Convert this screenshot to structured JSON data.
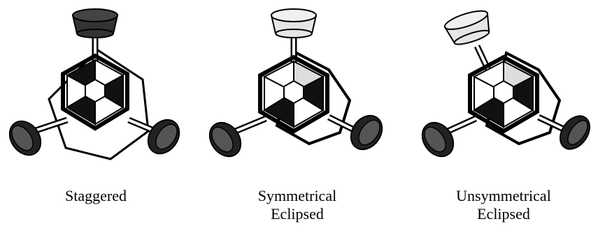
{
  "figure": {
    "panels": [
      {
        "id": "staggered",
        "caption_lines": [
          "Staggered"
        ],
        "top_fill": "#333333"
      },
      {
        "id": "symmetrical-eclipsed",
        "caption_lines": [
          "Symmetrical",
          "Eclipsed"
        ],
        "top_fill": "#e6e6e6"
      },
      {
        "id": "unsymmetrical-eclipsed",
        "caption_lines": [
          "Unsymmetrical",
          "Eclipsed"
        ],
        "top_fill": "#e6e6e6"
      }
    ],
    "colors": {
      "dark_face": "#111111",
      "light_face": "#ffffff",
      "shaded_face": "#dddddd",
      "outline": "#000000",
      "rotor_dark": "#2a2a2a",
      "rotor_light": "#e6e6e6",
      "stick": "#ffffff"
    }
  }
}
